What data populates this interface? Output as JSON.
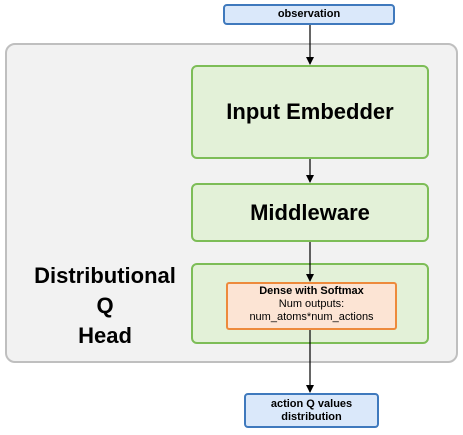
{
  "diagram": {
    "input": "observation",
    "input_embedder": "Input Embedder",
    "middleware": "Middleware",
    "head_label_lines": [
      "Distributional",
      "Q",
      "Head"
    ],
    "dense": {
      "title": "Dense with Softmax",
      "line1": "Num outputs:",
      "line2": "num_atoms*num_actions"
    },
    "output_lines": [
      "action Q values",
      "distribution"
    ]
  },
  "colors": {
    "io_fill": "#dae8fa",
    "io_border": "#3f79bd",
    "block_fill": "#e3f1d8",
    "block_border": "#7dbd57",
    "dense_fill": "#fce4d4",
    "dense_border": "#ed8a3c",
    "container_fill": "#f2f2f2",
    "container_border": "#bfbfbf"
  }
}
